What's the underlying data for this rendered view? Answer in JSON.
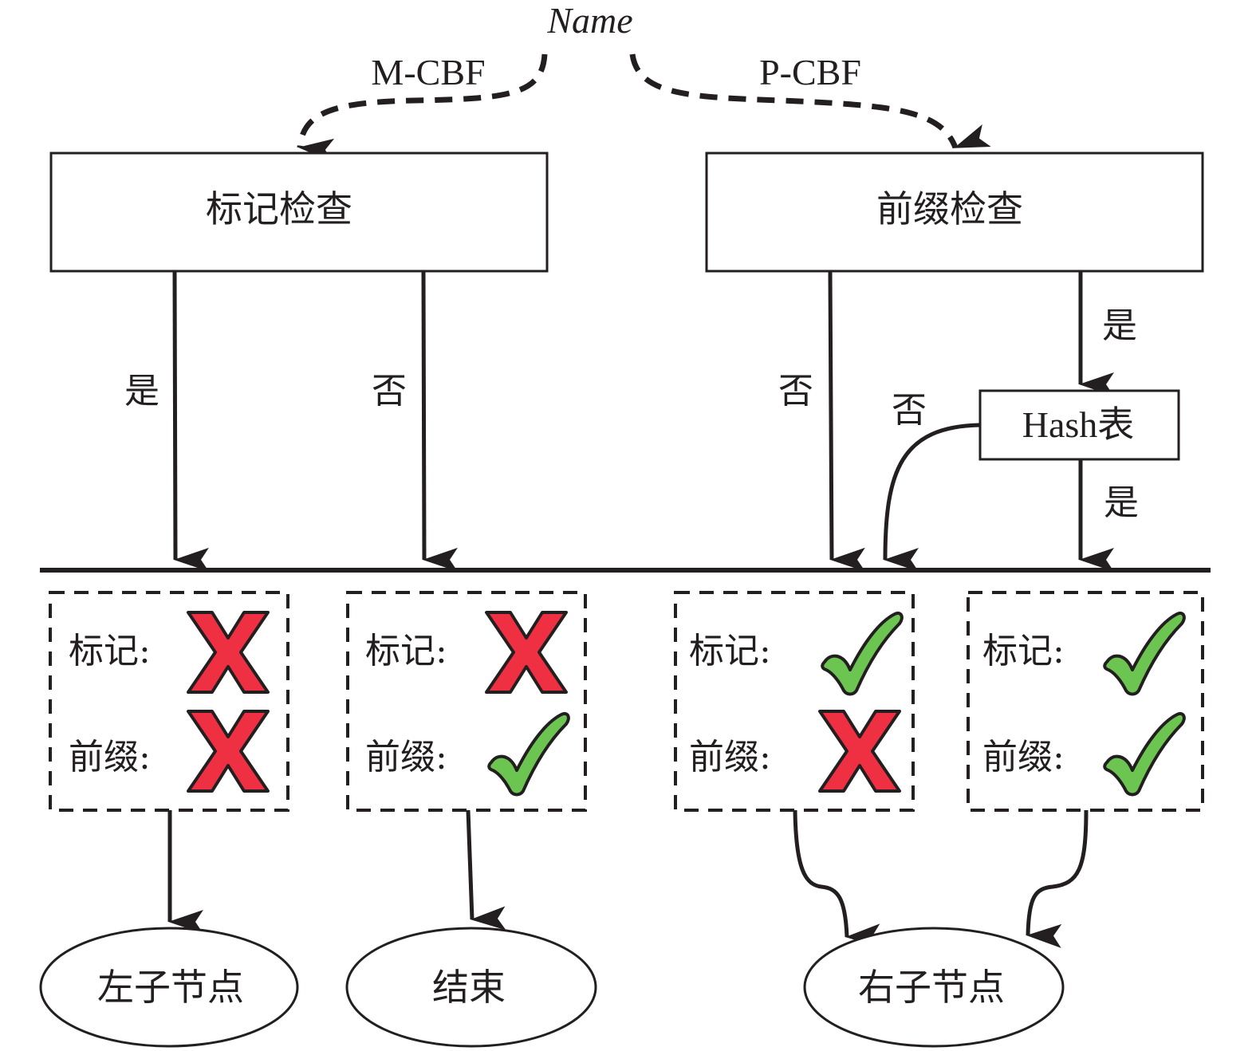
{
  "source": {
    "label": "Name"
  },
  "branches": {
    "left": {
      "label": "M-CBF",
      "check_box": "标记检查"
    },
    "right": {
      "label": "P-CBF",
      "check_box": "前缀检查"
    }
  },
  "edges": {
    "mark_yes": "是",
    "mark_no": "否",
    "prefix_no": "否",
    "prefix_yes": "是",
    "hash_no": "否",
    "hash_yes": "是"
  },
  "hash_box": {
    "label": "Hash表"
  },
  "results": [
    {
      "mark_label": "标记:",
      "mark_status": "cross",
      "prefix_label": "前缀:",
      "prefix_status": "cross",
      "target": "左子节点"
    },
    {
      "mark_label": "标记:",
      "mark_status": "cross",
      "prefix_label": "前缀:",
      "prefix_status": "check",
      "target": "结束"
    },
    {
      "mark_label": "标记:",
      "mark_status": "check",
      "prefix_label": "前缀:",
      "prefix_status": "cross",
      "target": "右子节点"
    },
    {
      "mark_label": "标记:",
      "mark_status": "check",
      "prefix_label": "前缀:",
      "prefix_status": "check",
      "target": "右子节点"
    }
  ],
  "nodes": {
    "left_child": "左子节点",
    "end": "结束",
    "right_child": "右子节点"
  },
  "colors": {
    "cross_fill": "#ee3042",
    "check_fill": "#6cc551",
    "stroke": "#231f20"
  }
}
